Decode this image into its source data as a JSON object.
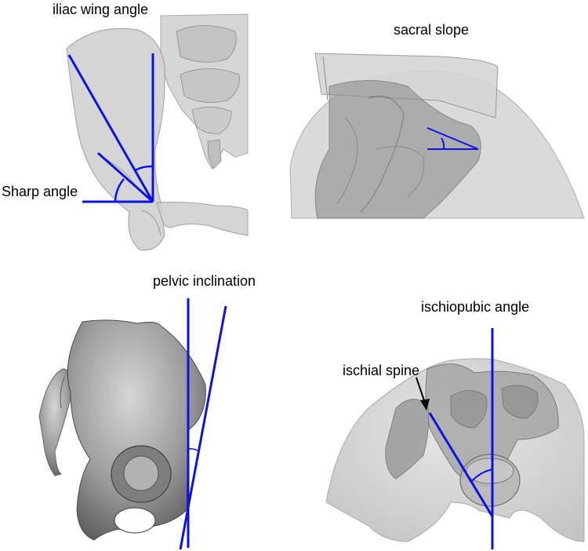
{
  "panels": [
    {
      "id": "iliac",
      "title": "iliac wing angle",
      "extra_label": "Sharp angle"
    },
    {
      "id": "sacral",
      "title": "sacral slope"
    },
    {
      "id": "pelvic",
      "title": "pelvic inclination"
    },
    {
      "id": "ischio",
      "title": "ischiopubic angle",
      "extra_label": "ischial spine"
    }
  ],
  "colors": {
    "measure_line": "#0a12e6",
    "bone_light": "#d2d2d2",
    "bone_mid": "#b5b5b5",
    "bone_dark": "#6f6f6f",
    "bone_solid": "#9a9a9a",
    "arrow": "#000000"
  }
}
